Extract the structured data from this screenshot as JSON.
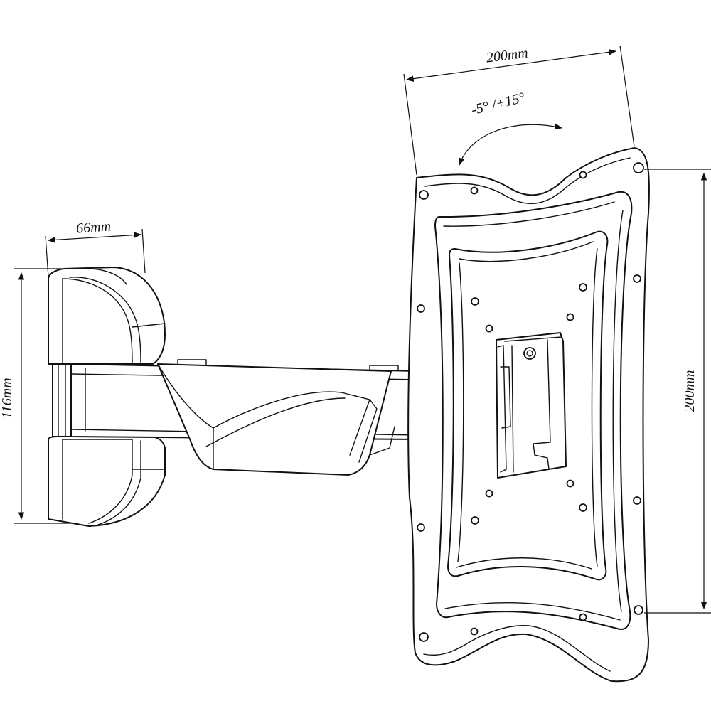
{
  "dimensions": {
    "plate_width": "200mm",
    "plate_height": "200mm",
    "arm_width": "66mm",
    "arm_height": "116mm",
    "tilt_range": "-5°  /+15°"
  },
  "icons": {
    "tilt_arrow": "curved-double-arrow-icon",
    "dimension_arrow": "dimension-arrow-icon"
  },
  "colors": {
    "line": "#111111",
    "background": "#ffffff"
  }
}
